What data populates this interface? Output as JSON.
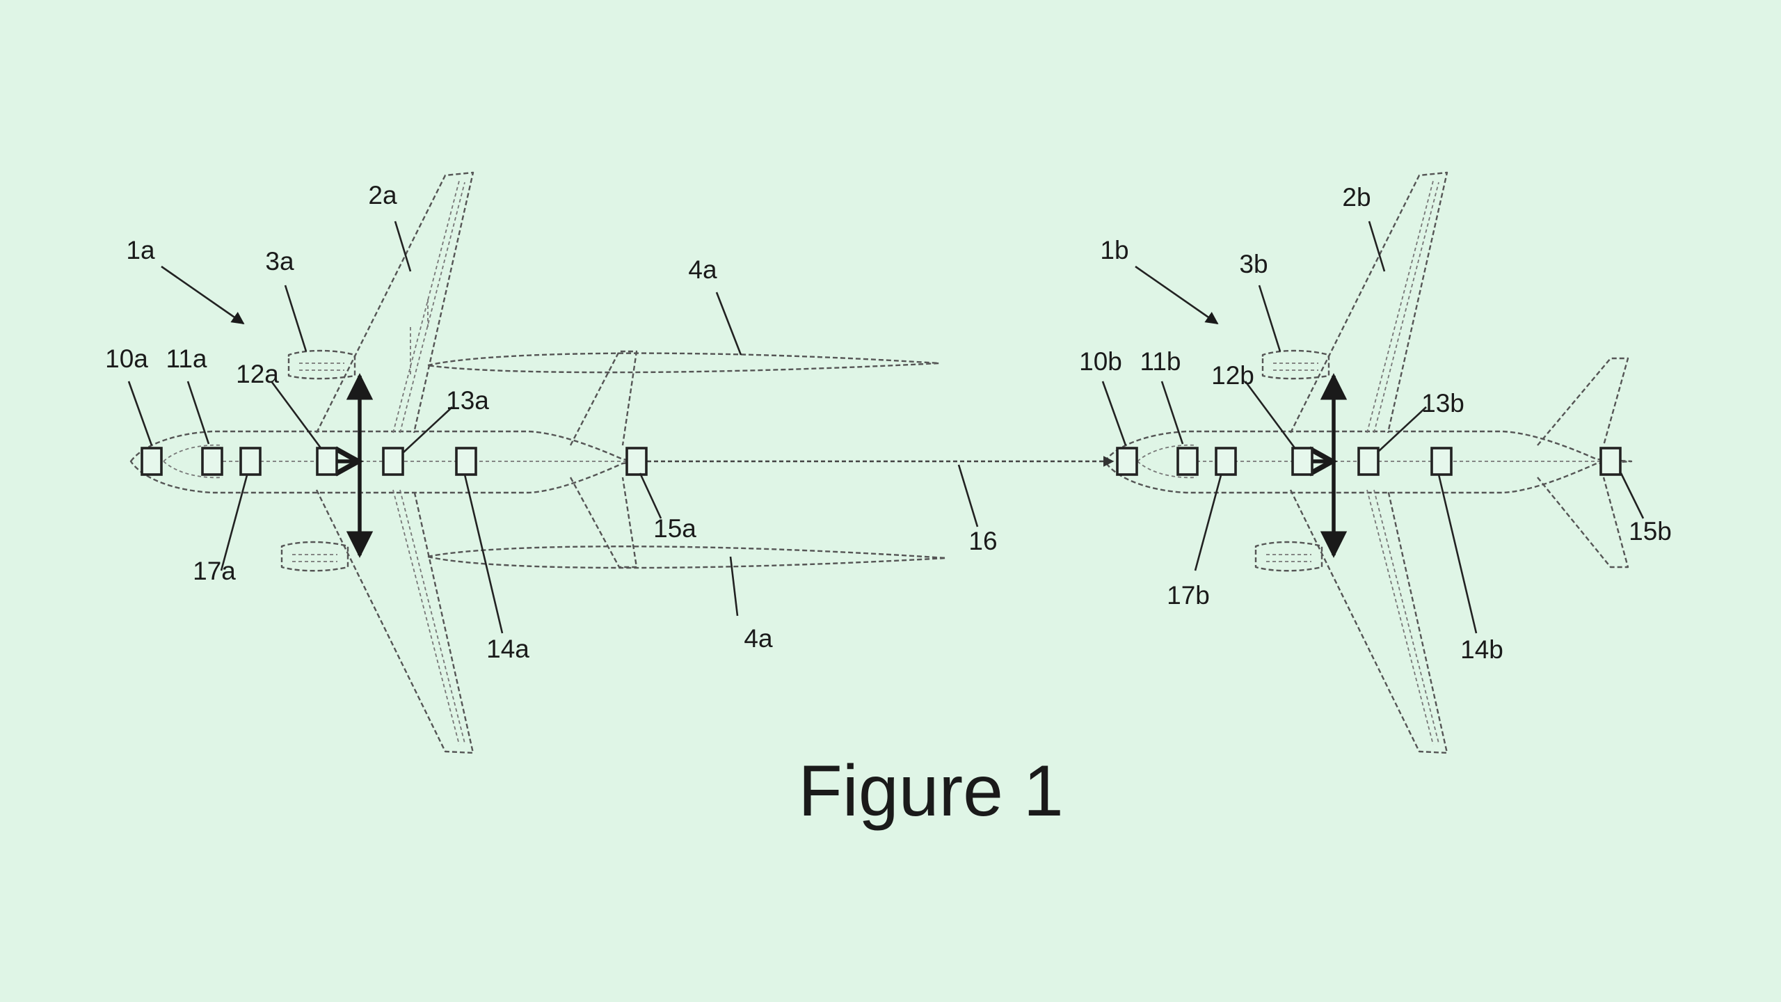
{
  "figure": {
    "caption": "Figure 1",
    "colors": {
      "background": "#dff5e6",
      "ink": "#1a1a1a",
      "outline": "#555555"
    },
    "link_label": "16"
  },
  "aircraft": [
    {
      "id": "a",
      "name_label": "1a",
      "wing_label": "2a",
      "engine_label": "3a",
      "vortex_labels": [
        "4a",
        "4a"
      ],
      "units": [
        {
          "label": "10a"
        },
        {
          "label": "11a"
        },
        {
          "label": "17a"
        },
        {
          "label": "12a"
        },
        {
          "label": "13a"
        },
        {
          "label": "14a"
        },
        {
          "label": "15a"
        }
      ]
    },
    {
      "id": "b",
      "name_label": "1b",
      "wing_label": "2b",
      "engine_label": "3b",
      "units": [
        {
          "label": "10b"
        },
        {
          "label": "11b"
        },
        {
          "label": "17b"
        },
        {
          "label": "12b"
        },
        {
          "label": "13b"
        },
        {
          "label": "14b"
        },
        {
          "label": "15b"
        }
      ]
    }
  ]
}
